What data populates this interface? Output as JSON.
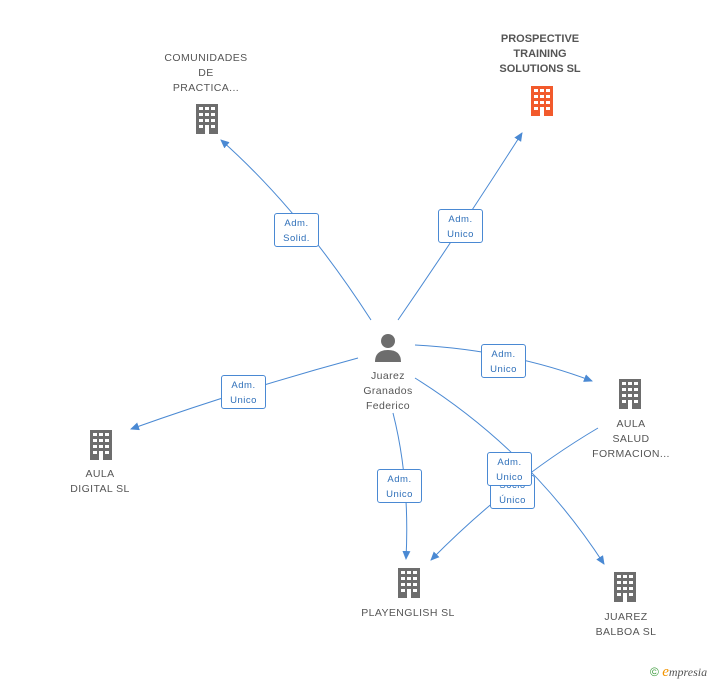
{
  "person": {
    "name": "Juarez\nGranados\nFederico",
    "icon": "person-icon"
  },
  "companies": [
    {
      "id": "comunidades",
      "label": "COMUNIDADES\nDE\nPRACTICA...",
      "highlight": false
    },
    {
      "id": "prospective",
      "label": "PROSPECTIVE\nTRAINING\nSOLUTIONS SL",
      "highlight": true
    },
    {
      "id": "aula_salud",
      "label": "AULA\nSALUD\nFORMACION...",
      "highlight": false
    },
    {
      "id": "aula_digital",
      "label": "AULA\nDIGITAL SL",
      "highlight": false
    },
    {
      "id": "playenglish",
      "label": "PLAYENGLISH SL",
      "highlight": false
    },
    {
      "id": "juarez_balboa",
      "label": "JUAREZ\nBALBOA SL",
      "highlight": false
    }
  ],
  "edges": [
    {
      "label": "Adm.\nSolid.",
      "to": "comunidades"
    },
    {
      "label": "Adm.\nUnico",
      "to": "prospective"
    },
    {
      "label": "Adm.\nUnico",
      "to": "aula_salud"
    },
    {
      "label": "Adm.\nUnico",
      "to": "aula_digital"
    },
    {
      "label": "Adm.\nUnico",
      "to": "playenglish"
    },
    {
      "label": "Adm.\nUnico",
      "to": "juarez_balboa"
    },
    {
      "label": "Socio\nÚnico",
      "from": "aula_salud",
      "to": "playenglish"
    }
  ],
  "colors": {
    "edge": "#4a89d3",
    "building": "#6d6d6d",
    "building_highlight": "#f25a2c",
    "person": "#6d6d6d"
  },
  "footer": {
    "copyright": "©",
    "brand_initial": "e",
    "brand_rest": "mpresia"
  }
}
